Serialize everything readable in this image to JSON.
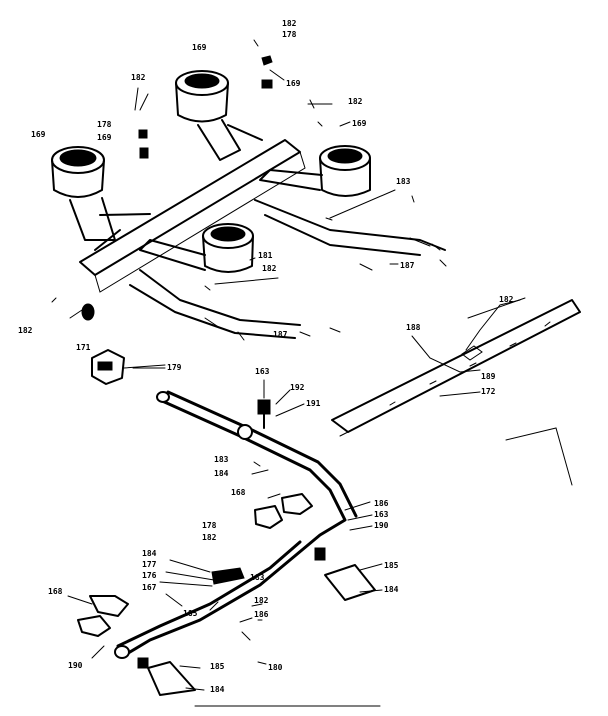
{
  "labels": {
    "l_182_top": "182",
    "l_178_top": "178",
    "l_169_top": "169",
    "l_169_topmid": "169",
    "l_182_upleft": "182",
    "l_182_upright": "182",
    "l_169_right": "169",
    "l_178_left": "178",
    "l_169_left": "169",
    "l_169_farleft": "169",
    "l_183_right": "183",
    "l_181_center": "181",
    "l_182_center": "182",
    "l_187_upper": "187",
    "l_182_leftedge": "182",
    "l_171": "171",
    "l_187_lower": "187",
    "l_179": "179",
    "l_182_panel": "182",
    "l_188": "188",
    "l_189": "189",
    "l_172": "172",
    "l_163_mid": "163",
    "l_192": "192",
    "l_191": "191",
    "l_183_mid": "183",
    "l_184_mid": "184",
    "l_168_mid": "168",
    "l_186_right": "186",
    "l_163_right": "163",
    "l_190_right": "190",
    "l_178_low": "178",
    "l_182_low": "182",
    "l_184_low": "184",
    "l_177": "177",
    "l_176": "176",
    "l_167": "167",
    "l_183_low": "183",
    "l_185": "185",
    "l_168_left": "168",
    "l_182_bottom": "182",
    "l_186_bottom": "186",
    "l_190_left": "190",
    "l_180": "180",
    "l_185_right": "185",
    "l_184_right": "184",
    "l_185_bottom": "185",
    "l_184_bottom": "184"
  }
}
